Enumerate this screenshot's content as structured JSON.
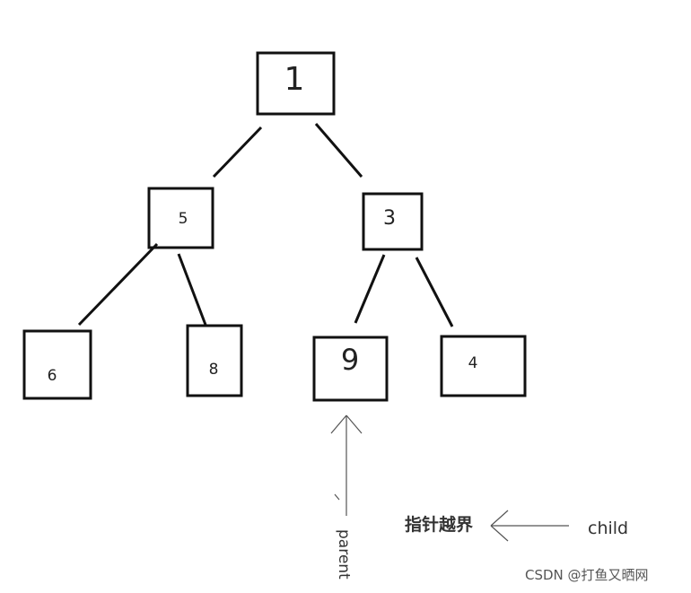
{
  "diagram": {
    "nodes": [
      {
        "id": "n1",
        "label": "1"
      },
      {
        "id": "n5",
        "label": "5"
      },
      {
        "id": "n3",
        "label": "3"
      },
      {
        "id": "n6",
        "label": "6"
      },
      {
        "id": "n8",
        "label": "8"
      },
      {
        "id": "n9",
        "label": "9"
      },
      {
        "id": "n4",
        "label": "4"
      }
    ],
    "edges": [
      {
        "from": "n1",
        "to": "n5"
      },
      {
        "from": "n1",
        "to": "n3"
      },
      {
        "from": "n5",
        "to": "n6"
      },
      {
        "from": "n5",
        "to": "n8"
      },
      {
        "from": "n3",
        "to": "n9"
      },
      {
        "from": "n3",
        "to": "n4"
      }
    ]
  },
  "annotations": {
    "parent_label": "parent",
    "out_of_bounds_label": "指针越界",
    "child_label": "child"
  },
  "watermark": "CSDN @打鱼又晒网"
}
